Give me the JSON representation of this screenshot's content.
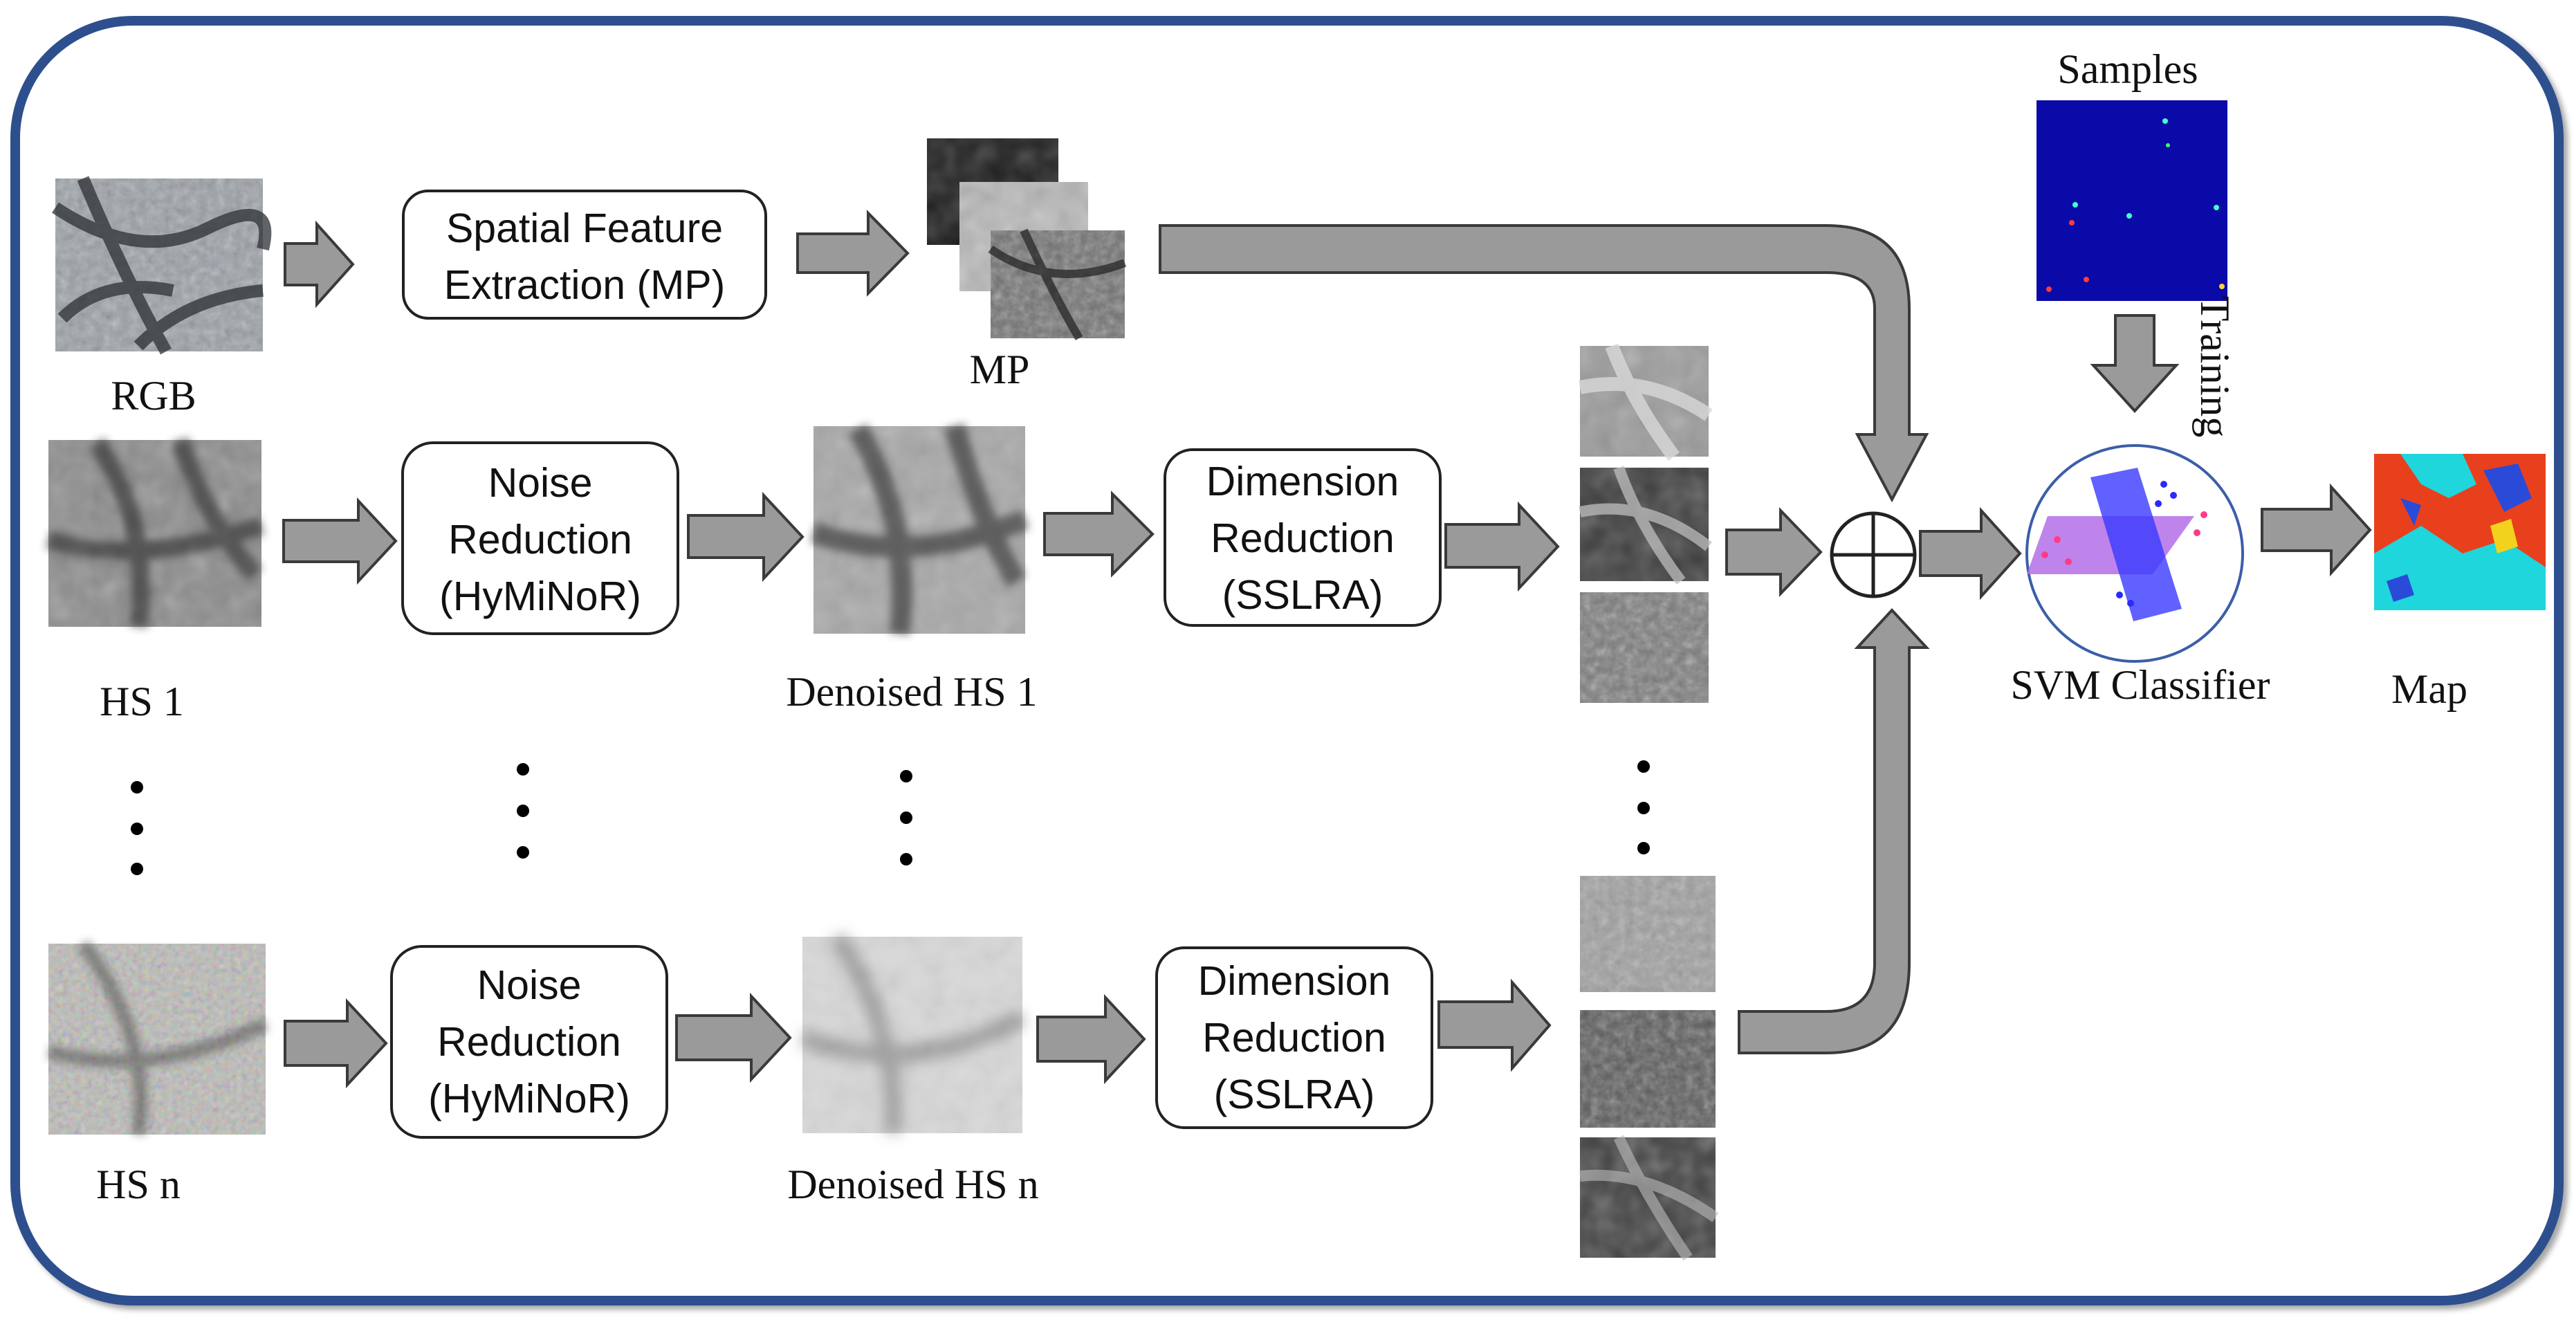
{
  "inputs": {
    "rgb": "RGB",
    "hs1": "HS  1",
    "hsn": "HS  n"
  },
  "process": {
    "spatial_line1": "Spatial Feature",
    "spatial_line2": "Extraction (MP)",
    "noise_line1": "Noise",
    "noise_line2": "Reduction",
    "noise_line3": "(HyMiNoR)",
    "dim_line1": "Dimension",
    "dim_line2": "Reduction",
    "dim_line3": "(SSLRA)"
  },
  "outputs": {
    "mp": "MP",
    "denoised1": "Denoised HS 1",
    "denoisedn": "Denoised HS n"
  },
  "classifier": {
    "samples": "Samples",
    "training": "Training",
    "svm": "SVM  Classifier",
    "map": "Map"
  },
  "colors": {
    "frame": "#2e4f8e",
    "arrow_fill": "#9a9a9a",
    "samples_bg": "#0a0aa8",
    "map_red": "#e8401c",
    "map_cyan": "#1fd6dc",
    "map_blue": "#2a4bd8",
    "plane_purple": "#b46ee8",
    "plane_blue": "#3a3aff"
  }
}
